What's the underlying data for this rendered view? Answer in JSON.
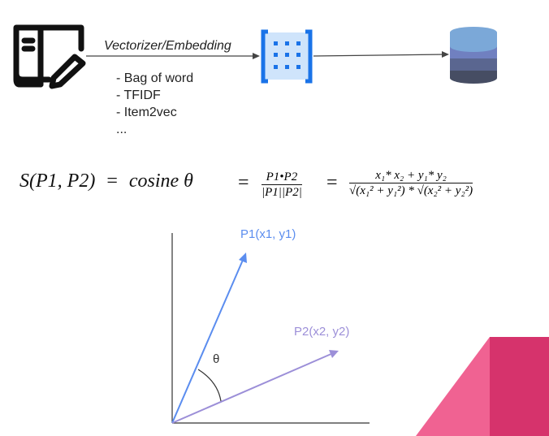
{
  "pipeline": {
    "arrow_label": "Vectorizer/Embedding",
    "methods": [
      "- Bag of word",
      "- TFIDF",
      "- Item2vec",
      "..."
    ],
    "icons": [
      "book-edit-icon",
      "matrix-icon",
      "database-icon"
    ]
  },
  "formula": {
    "lhs": "S(P1, P2)",
    "eq1": "=",
    "cosine": "cosine θ",
    "eq2": "=",
    "frac1_num": "P1•P2",
    "frac1_den": "|P1||P2|",
    "eq3": "=",
    "frac2_num": "x₁* x₂ + y₁* y₂",
    "frac2_den": "√(x₁² + y₁²) * √(x₂² + y₂²)"
  },
  "plot": {
    "p1_label": "P1(x1, y1)",
    "p2_label": "P2(x2, y2)",
    "angle_label": "θ",
    "colors": {
      "p1": "#5b8def",
      "p2": "#9c8fd8"
    }
  }
}
